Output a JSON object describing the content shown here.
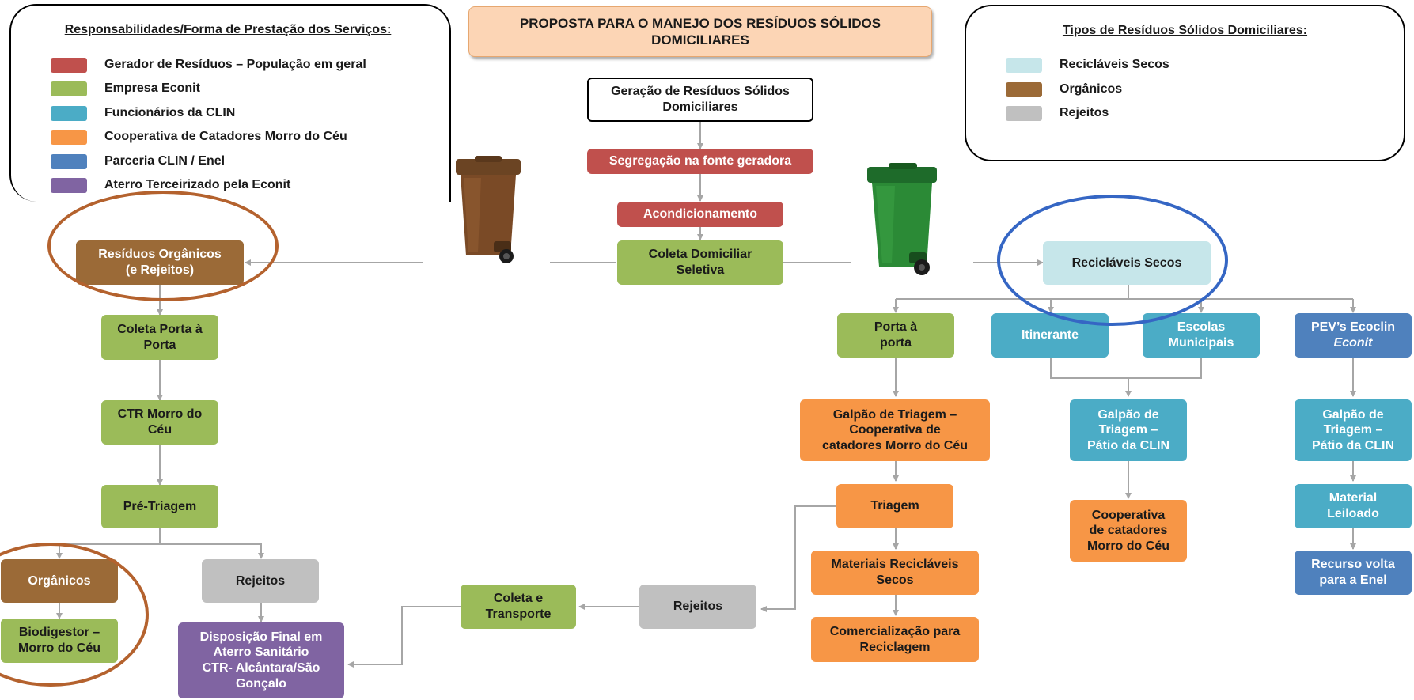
{
  "title": "PROPOSTA PARA O MANEJO DOS RESÍDUOS SÓLIDOS\nDOMICILIARES",
  "legend_left": {
    "title": "Responsabilidades/Forma de Prestação dos Serviços:",
    "items": [
      {
        "label": "Gerador de Resíduos – População em geral",
        "color": "#c0504d"
      },
      {
        "label": "Empresa Econit",
        "color": "#9bbb59"
      },
      {
        "label": "Funcionários da CLIN",
        "color": "#4bacc6"
      },
      {
        "label": "Cooperativa de Catadores Morro do Céu",
        "color": "#f79646"
      },
      {
        "label": "Parceria CLIN / Enel",
        "color": "#4f81bd"
      },
      {
        "label": "Aterro Terceirizado pela Econit",
        "color": "#8064a2"
      }
    ]
  },
  "legend_right": {
    "title": "Tipos de Resíduos Sólidos Domiciliares:",
    "items": [
      {
        "label": "Recicláveis Secos",
        "color": "#c6e6ea"
      },
      {
        "label": "Orgânicos",
        "color": "#9b6a37"
      },
      {
        "label": "Rejeitos",
        "color": "#c0c0c0"
      }
    ]
  },
  "center": {
    "geracao": "Geração de Resíduos Sólidos\nDomiciliares",
    "segregacao": "Segregação na fonte geradora",
    "acondicionamento": "Acondicionamento",
    "coleta_seletiva": "Coleta Domiciliar\nSeletiva"
  },
  "organic_flow": {
    "residuos_organicos": "Resíduos Orgânicos\n(e Rejeitos)",
    "coleta_porta": "Coleta Porta à\nPorta",
    "ctr": "CTR Morro do\nCéu",
    "pre_triagem": "Pré-Triagem",
    "organicos": "Orgânicos",
    "biodigestor": "Biodigestor –\nMorro do Céu",
    "rejeitos": "Rejeitos",
    "disposicao": "Disposição Final em\nAterro Sanitário\nCTR- Alcântara/São\nGonçalo"
  },
  "middle_flow": {
    "coleta_transporte": "Coleta e\nTransporte",
    "rejeitos": "Rejeitos"
  },
  "recyclable_flow": {
    "reciclaveis_secos": "Recicláveis Secos",
    "porta_a_porta": "Porta à\nporta",
    "itinerante": "Itinerante",
    "escolas": "Escolas\nMunicipais",
    "pev_title": "PEV’s Ecoclin",
    "pev_sub": "Econit",
    "galpao_coop": "Galpão de Triagem –\nCooperativa de\ncatadores Morro do Céu",
    "triagem": "Triagem",
    "materiais": "Materiais Recicláveis\nSecos",
    "comercializacao": "Comercialização para\nReciclagem",
    "galpao_clin_1": "Galpão de\nTriagem –\nPátio da CLIN",
    "cooperativa": "Cooperativa\nde catadores\nMorro do Céu",
    "galpao_clin_2": "Galpão de\nTriagem –\nPátio da CLIN",
    "material_leiloado": "Material\nLeiloado",
    "recurso": "Recurso volta\npara a Enel"
  }
}
